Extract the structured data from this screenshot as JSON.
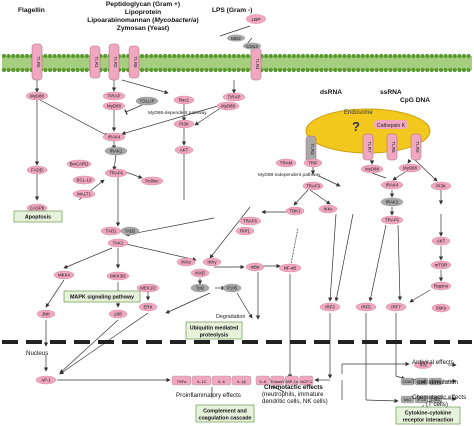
{
  "colors": {
    "pink": "#f0a8c0",
    "pink_dark": "#c8587e",
    "gray": "#a8a8a8",
    "green_box": "#e6f2dc",
    "green_border": "#6a9a4a",
    "membrane_green": "#7ab648",
    "membrane_head": "#5a9a2e",
    "endosome": "#f2c81e",
    "endosome_border": "#c9a010",
    "line": "#333333",
    "nucleus_dash": "#222222"
  },
  "ligands": {
    "flagellin": "Flagellin",
    "peptidoglycan": "Peptidoglycan (Gram +)",
    "lipoprotein": "Lipoprotein",
    "lipoarabinomannan": "Lipoarabinomannan (",
    "mycobacteria": "Mycobacteria",
    "lipoarabinomannan_close": ")",
    "zymosan": "Zymosan (Yeast)",
    "lps": "LPS (Gram -)",
    "dsrna": "dsRNA",
    "ssrna": "ssRNA",
    "cpg": "CpG DNA"
  },
  "receptors": {
    "tlr5": "TLR5",
    "tlr1": "TLR1",
    "tlr2a": "TLR2",
    "tlr6": "TLR6",
    "tlr4": "TLR4",
    "tlr3": "TLR3",
    "tlr7": "TLR7",
    "tlr8": "TLR8",
    "tlr9": "TLR9",
    "md2": "MD2",
    "cd14": "CD14",
    "lbp": "LBP"
  },
  "nodes": {
    "myd88_1": "MyD88",
    "tirap_1": "TIRAP",
    "myd88_2": "MyD88",
    "tollip": "TOLLIP",
    "rac1": "Rac1",
    "tirap_2": "TIRAP",
    "myd88_3": "MyD88",
    "irak4_1": "IRAK4",
    "irak1_1": "IRAK1",
    "pi3k_1": "PI3K",
    "akt_1": "AKT",
    "fadd": "FADD",
    "casp8": "CASP8",
    "bincard": "BinCARD",
    "bcl10": "BCL-10",
    "malt1": "MALT1",
    "traf6_1": "TRAF6",
    "pellino": "Pellino",
    "tram": "TRAM",
    "trif": "TRIF",
    "myd88_4": "MyD88",
    "myd88_5": "MyD88",
    "traf3": "TRAF3",
    "tbk1": "TBK1",
    "ikke": "IKKε",
    "irak4_2": "IRAK4",
    "irak1_2": "IRAK1",
    "traf6_2": "TRAF6",
    "pi3k_2": "PI3K",
    "akt_2": "AKT",
    "mtor": "mTOR",
    "rapmo": "Rapmo",
    "s6k": "S6Ks",
    "traf6_3": "TRAF6",
    "rip1": "RIP1",
    "tab1": "TAB1",
    "tab2": "TAB2",
    "tak1": "TAK1",
    "mkk4": "MKK4",
    "mkk3": "MKK3/6",
    "jnk": "JNK",
    "p38": "p38",
    "mek": "MEK1/2",
    "erk": "ERK",
    "ikka": "IKKα",
    "ikkb": "IKKβ",
    "ikkg": "IKKγ",
    "ikba": "IκBα",
    "tpl2": "Tpl2",
    "p105": "P105",
    "nfkb": "NF-κB",
    "irf3": "IRF3",
    "irf5": "IRF5",
    "irf7": "IRF7",
    "ap1": "AP-1",
    "tnfa": "TNFα",
    "il12": "IL-12",
    "il6": "IL-6",
    "il1b": "IL-1β",
    "il8": "IL-8",
    "eotaxin": "Eotaxin",
    "mip": "MIP-1α",
    "rantes": "MCP-1",
    "ifn": "IFN",
    "cd80": "CD80",
    "cd86": "CD86",
    "cd40": "CD40",
    "mig": "MIG",
    "ip10": "IP-10",
    "itac": "I-TAC"
  },
  "labels": {
    "myd88_dep": "MyD88-dependent pathway",
    "myd88_indep": "MyD88-independent pathway",
    "endosome": "Endosome",
    "question": "?",
    "cathepsin": "Cathepsin K",
    "degradation": "Degradation",
    "nucleus": "Nucleus",
    "proinflammatory": "Proinflammatory effects",
    "chemotactic1_a": "Chemotactic effects",
    "chemotactic1_b": "(neutrophils, immature",
    "chemotactic1_c": "dendritic cells, NK cells)",
    "antiviral": "Antiviral effects",
    "tcell": "T cell stimulation",
    "chemotactic2_a": "Chemotactic effects",
    "chemotactic2_b": "(T cells)"
  },
  "boxes": {
    "apoptosis": "Apoptosis",
    "mapk": "MAPK signaling pathway",
    "ubiquitin_a": "Ubiquitin mediated",
    "ubiquitin_b": "proteolysis",
    "complement_a": "Complement and",
    "complement_b": "coagulation cascade",
    "cytokine_a": "Cytokine-cytokine",
    "cytokine_b": "receptor interaction"
  }
}
